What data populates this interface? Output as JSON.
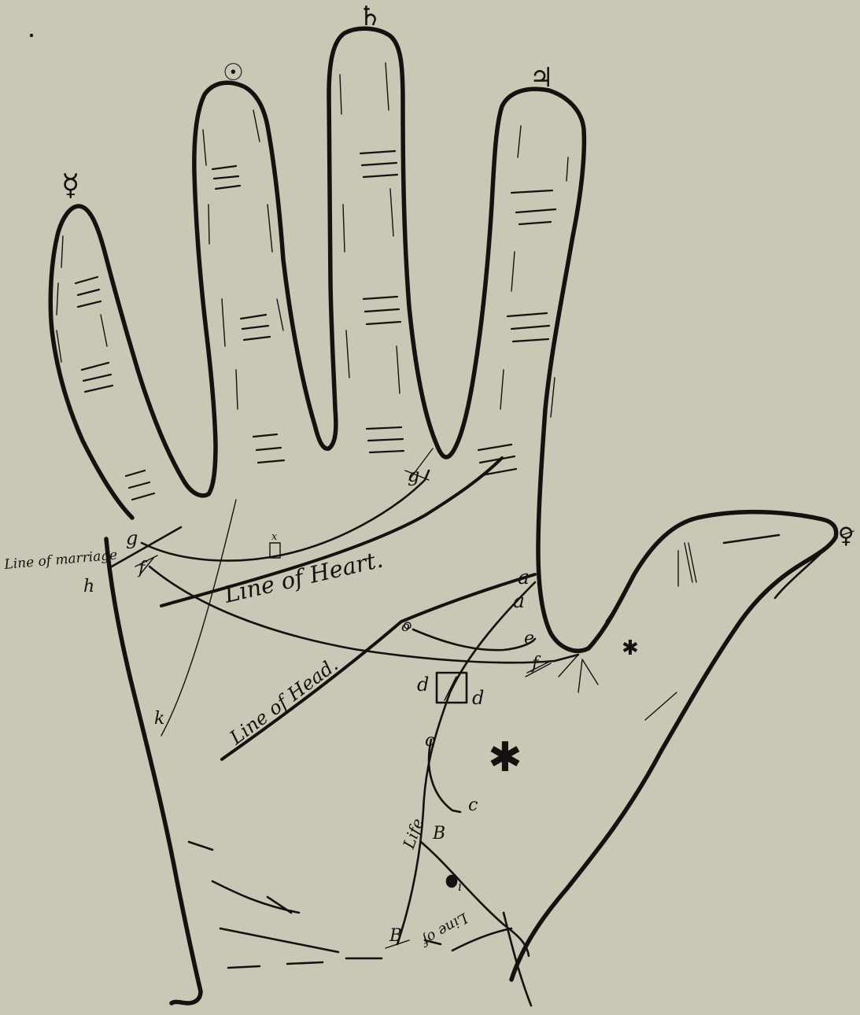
{
  "planet_symbols": {
    "mercury": "☿",
    "sun": "☉",
    "saturn": "♄",
    "jupiter": "♃",
    "venus": "♀"
  },
  "line_labels": {
    "heart": "Line of Heart.",
    "head": "Line of Head.",
    "marriage": "Line of marriage",
    "life": "Life",
    "line_of_fate": "Line of"
  },
  "point_labels": {
    "a_upper": "a",
    "a_lower": "a",
    "b_upper": "B",
    "b_lower": "B",
    "c_upper": "c",
    "c_lower": "c",
    "d_left": "d",
    "d_right": "d",
    "e": "e",
    "f_right": "f",
    "f_left": "f",
    "g_top": "g",
    "g_left": "g",
    "h": "h",
    "i": "i",
    "k": "k",
    "x": "x",
    "o": "o"
  },
  "marks": {
    "star_large": "✱",
    "star_small": "✱"
  },
  "colors": {
    "paper": "#cac7b6",
    "ink": "#141210"
  }
}
